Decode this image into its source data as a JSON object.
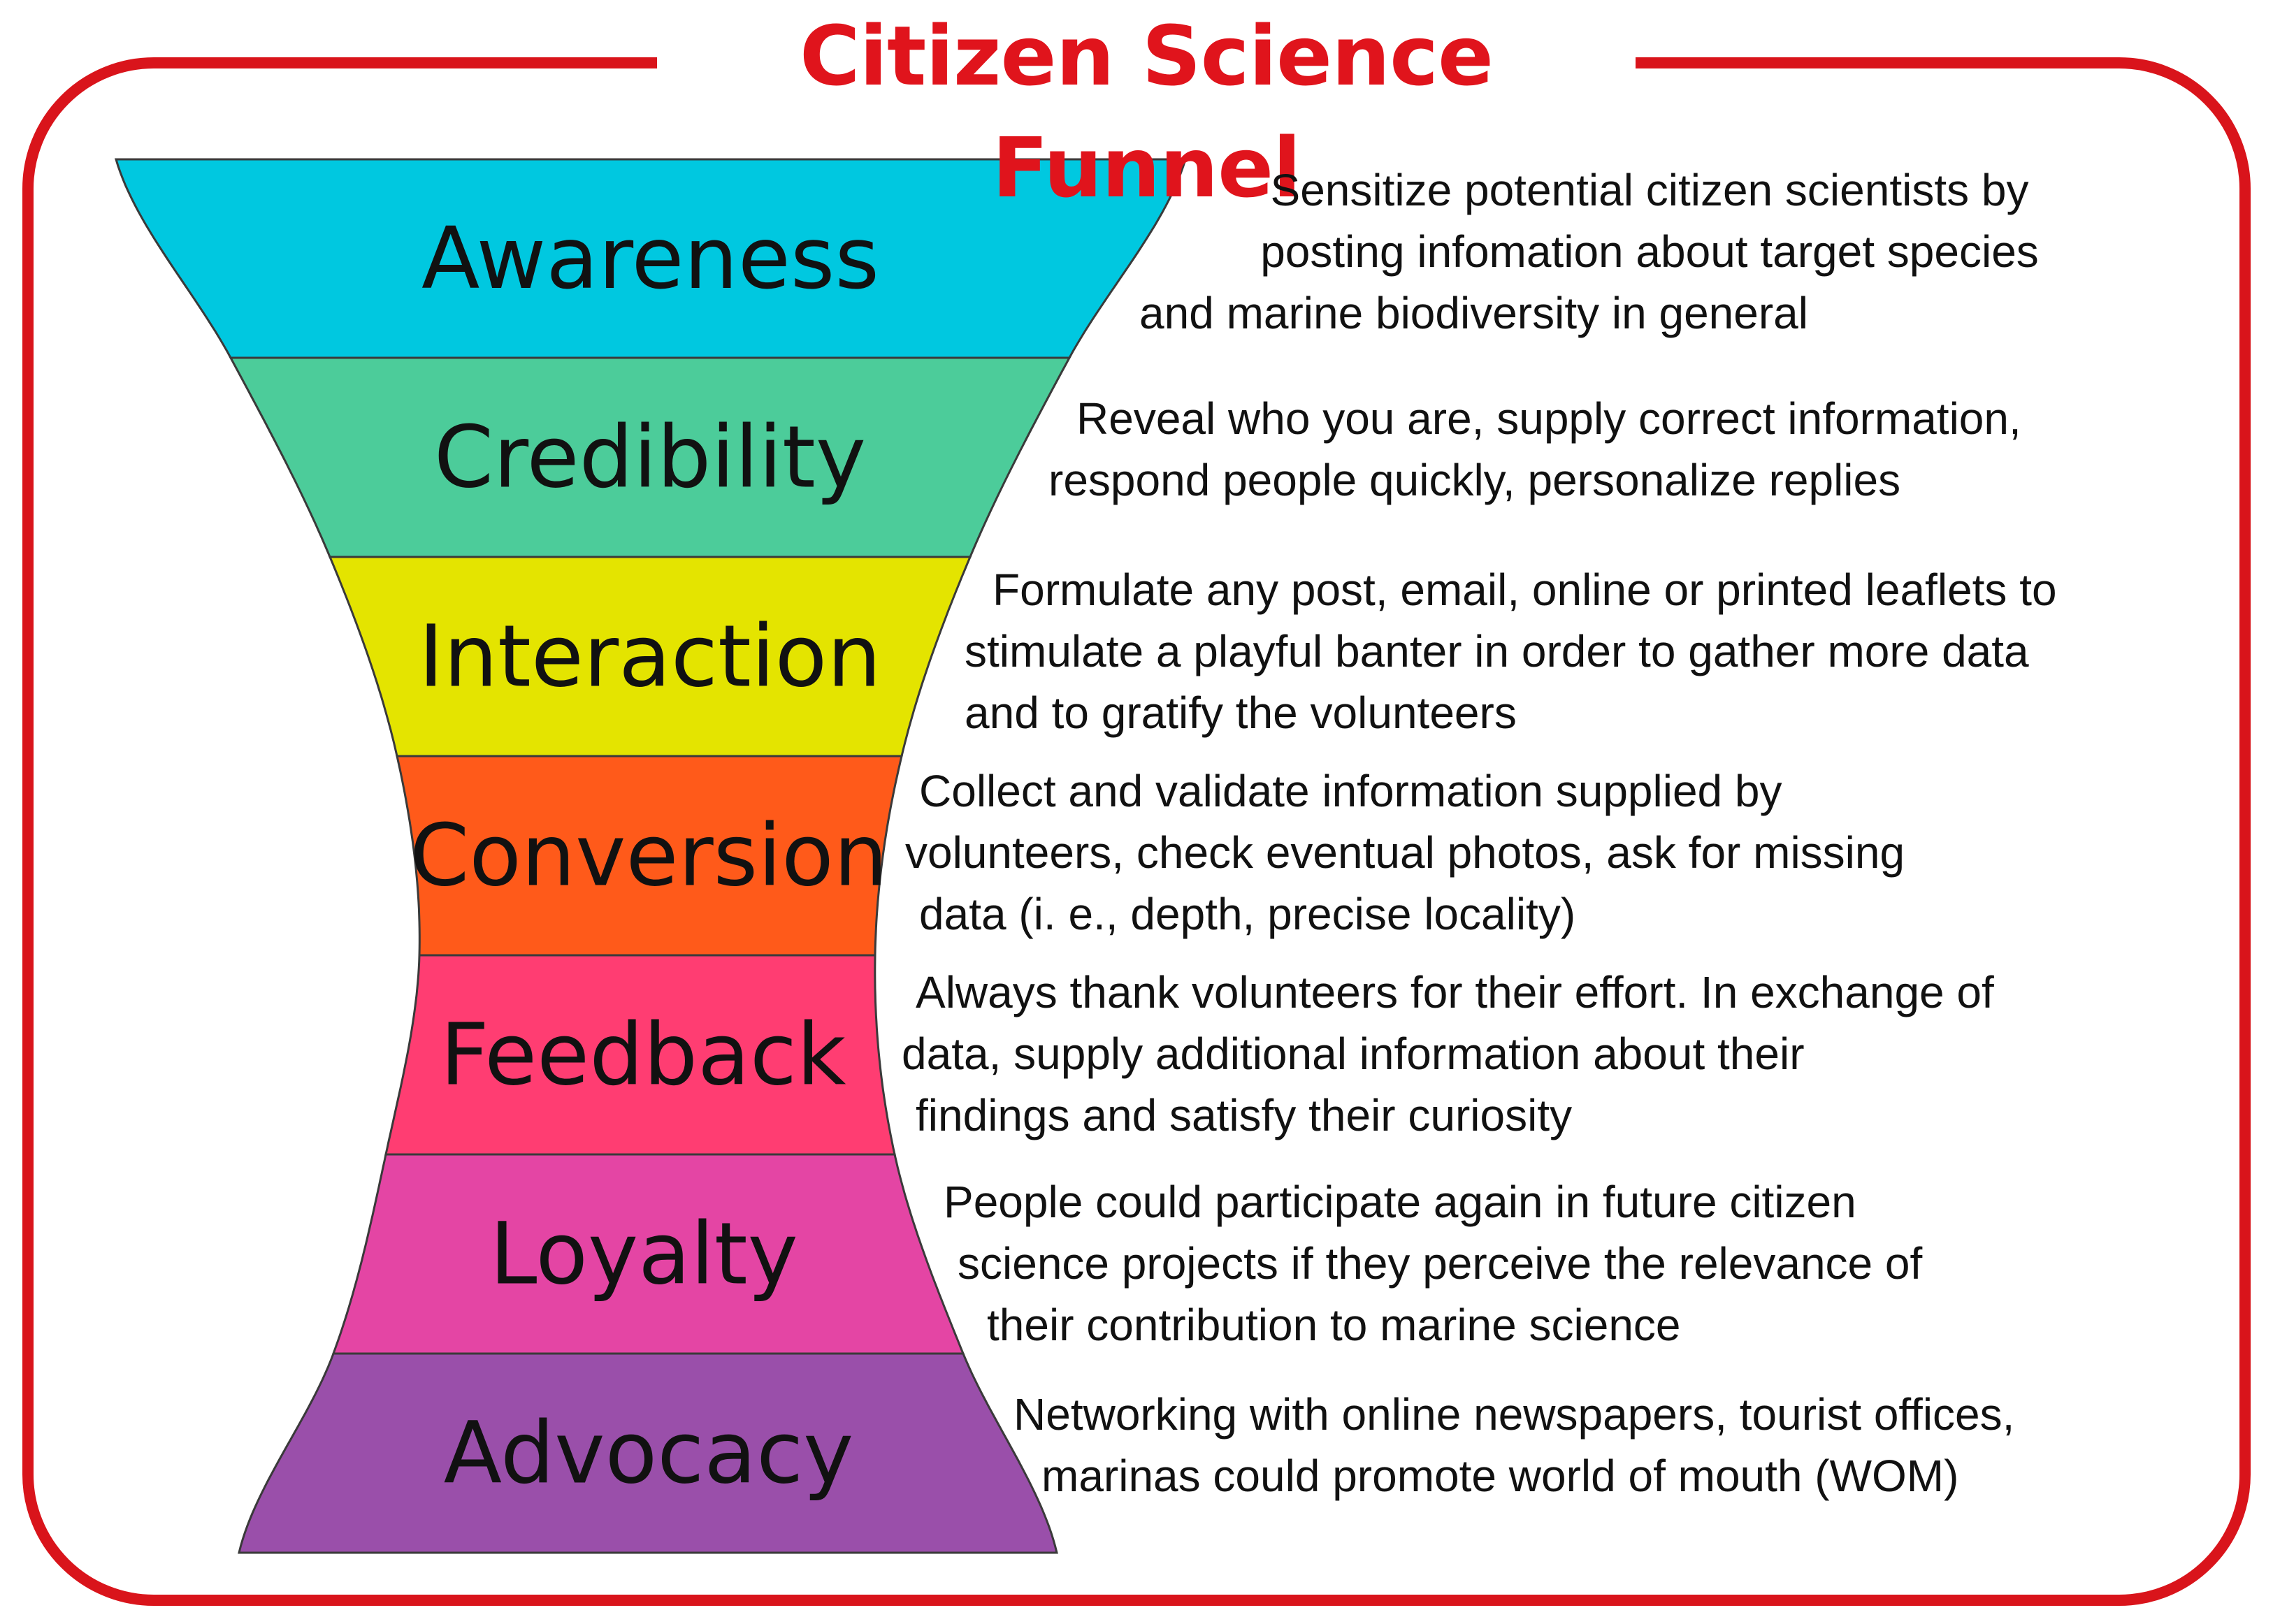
{
  "title": "Citizen Science Funnel",
  "colors": {
    "frame": "#d9141b",
    "title": "#e0141c"
  },
  "stages": [
    {
      "label": "Awareness",
      "color": "#00c8e0",
      "description": [
        "Sensitize potential citizen scientists by",
        "posting infomation about target species",
        "and marine biodiversity in general"
      ]
    },
    {
      "label": "Credibility",
      "color": "#4ccc9a",
      "description": [
        "Reveal who you are, supply correct information,",
        "respond people quickly, personalize replies"
      ]
    },
    {
      "label": "Interaction",
      "color": "#e4e400",
      "description": [
        "Formulate any post, email, online or printed leaflets to",
        "stimulate a playful banter in order to gather more data",
        "and to gratify the volunteers"
      ]
    },
    {
      "label": "Conversion",
      "color": "#ff5a1a",
      "description": [
        "Collect and validate information supplied by",
        "volunteers, check eventual photos, ask for missing",
        "data (i. e., depth, precise locality)"
      ]
    },
    {
      "label": "Feedback",
      "color": "#ff3d72",
      "description": [
        "Always thank volunteers for their effort. In exchange of",
        "data, supply additional information about their",
        "findings and satisfy their curiosity"
      ]
    },
    {
      "label": "Loyalty",
      "color": "#e445a4",
      "description": [
        "People could participate again in future citizen",
        "science projects if they perceive the relevance of",
        "their contribution to marine science"
      ]
    },
    {
      "label": "Advocacy",
      "color": "#9a4faa",
      "description": [
        "Networking with online newspapers, tourist offices,",
        "marinas could promote world of mouth (WOM)"
      ]
    }
  ]
}
